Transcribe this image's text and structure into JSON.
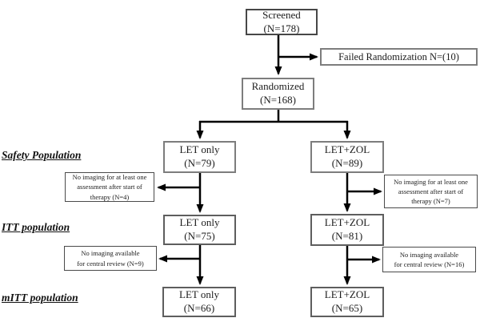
{
  "diagram": {
    "colors": {
      "line": "#000000",
      "box_border_gray": "#7d7d7d",
      "box_border_dark": "#474747",
      "background": "#ffffff",
      "text": "#1c1c1c"
    },
    "row_labels": {
      "safety": "Safety Population",
      "itt": "ITT population",
      "mitt": "mITT population"
    },
    "boxes": {
      "screened": {
        "line1": "Screened",
        "line2": "(N=178)"
      },
      "failed_randomization": {
        "text": "Failed Randomization N=(10)"
      },
      "randomized": {
        "line1": "Randomized",
        "line2": "(N=168)"
      },
      "safety_let_only": {
        "line1": "LET only",
        "line2": "(N=79)"
      },
      "safety_let_zol": {
        "line1": "LET+ZOL",
        "line2": "(N=89)"
      },
      "exclusion_safety_left": {
        "line1": "No imaging for at least one",
        "line2": "assessment after start of",
        "line3": "therapy (N=4)"
      },
      "exclusion_safety_right": {
        "line1": "No imaging for at least one",
        "line2": "assessment after start of",
        "line3": "therapy (N=7)"
      },
      "itt_let_only": {
        "line1": "LET only",
        "line2": "(N=75)"
      },
      "itt_let_zol": {
        "line1": "LET+ZOL",
        "line2": "(N=81)"
      },
      "exclusion_itt_left": {
        "line1": "No imaging available",
        "line2": "for central review (N=9)"
      },
      "exclusion_itt_right": {
        "line1": "No imaging available",
        "line2": "for central review (N=16)"
      },
      "mitt_let_only": {
        "line1": "LET only",
        "line2": "(N=66)"
      },
      "mitt_let_zol": {
        "line1": "LET+ZOL",
        "line2": "(N=65)"
      }
    }
  }
}
